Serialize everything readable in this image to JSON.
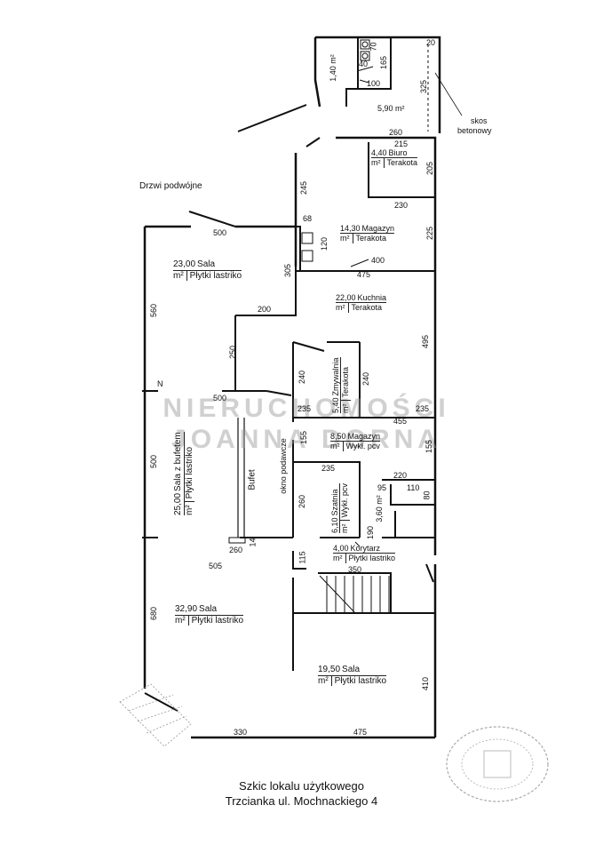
{
  "plan": {
    "title_line1": "Szkic lokalu użytkowego",
    "title_line2": "Trzcianka ul. Mochnackiego 4",
    "watermark_line1": "NIERUCHOMOŚCI",
    "watermark_line2": "JOANNA DORNA",
    "notes": {
      "double_door": "Drzwi podwójne",
      "skos_line1": "skos",
      "skos_line2": "betonowy",
      "serving_window": "okno podawcze",
      "north_marker": "N"
    },
    "rooms": [
      {
        "id": "wc",
        "area": "1,40 m²"
      },
      {
        "id": "korytarz_top",
        "area": "5,90 m²"
      },
      {
        "id": "biuro",
        "area": "4,40",
        "unit": "m²",
        "name": "Biuro",
        "finish": "Terakota"
      },
      {
        "id": "magazyn1",
        "area": "14,30",
        "unit": "m²",
        "name": "Magazyn",
        "finish": "Terakota"
      },
      {
        "id": "sala1",
        "area": "23,00",
        "unit": "m²",
        "name": "Sala",
        "finish": "Płytki lastriko"
      },
      {
        "id": "kuchnia",
        "area": "22,00",
        "unit": "m²",
        "name": "Kuchnia",
        "finish": "Terakota"
      },
      {
        "id": "zmywalnia",
        "area": "5,40",
        "unit": "m²",
        "name": "Zmywalnia",
        "finish": "Terakota"
      },
      {
        "id": "sala_bufet",
        "area": "25,00",
        "unit": "m²",
        "name": "Sala z bufetem",
        "finish": "Płytki lastriko"
      },
      {
        "id": "bufet",
        "name": "Bufet"
      },
      {
        "id": "magazyn2",
        "area": "8,50",
        "unit": "m²",
        "name": "Magazyn",
        "finish": "Wykł. pcv"
      },
      {
        "id": "szatnia",
        "area": "6,10",
        "unit": "m²",
        "name": "Szatnia",
        "finish": "Wykł. pcv"
      },
      {
        "id": "wc2",
        "area": "3,60 m²"
      },
      {
        "id": "korytarz",
        "area": "4,00",
        "unit": "m²",
        "name": "Korytarz",
        "finish": "Płytki lastriko"
      },
      {
        "id": "sala2",
        "area": "32,90",
        "unit": "m²",
        "name": "Sala",
        "finish": "Płytki lastriko"
      },
      {
        "id": "sala3",
        "area": "19,50",
        "unit": "m²",
        "name": "Sala",
        "finish": "Płytki lastriko"
      }
    ],
    "dimensions": [
      "20",
      "70",
      "40",
      "165",
      "100",
      "325",
      "260",
      "215",
      "205",
      "245",
      "230",
      "68",
      "120",
      "225",
      "500",
      "400",
      "305",
      "475",
      "560",
      "200",
      "250",
      "495",
      "240",
      "240",
      "500",
      "235",
      "235",
      "455",
      "155",
      "155",
      "500",
      "235",
      "260",
      "220",
      "95",
      "110",
      "80",
      "190",
      "14",
      "260",
      "115",
      "350",
      "505",
      "680",
      "410",
      "330",
      "475"
    ]
  }
}
